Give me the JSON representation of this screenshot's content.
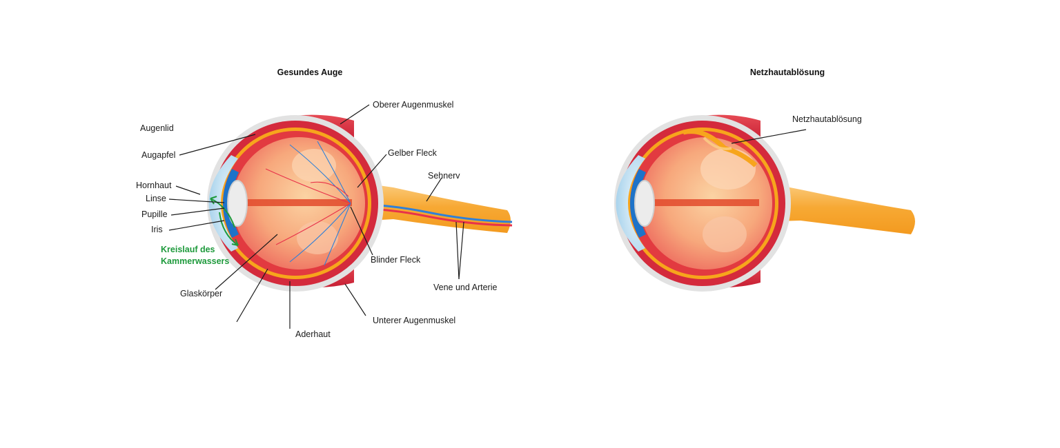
{
  "titles": {
    "healthy": "Gesundes Auge",
    "detachment": "Netzhautablösung"
  },
  "labels": {
    "oberer_augenmuskel": "Oberer Augenmuskel",
    "augenlid": "Augenlid",
    "augapfel": "Augapfel",
    "gelber_fleck": "Gelber Fleck",
    "sehnerv": "Sehnerv",
    "hornhaut": "Hornhaut",
    "linse": "Linse",
    "pupille": "Pupille",
    "iris": "Iris",
    "kreislauf_line1": "Kreislauf des",
    "kreislauf_line2": "Kammerwassers",
    "blinder_fleck": "Blinder Fleck",
    "vene_und_arterie": "Vene und Arterie",
    "glaskoerper": "Glaskörper",
    "unterer_augenmuskel": "Unterer Augenmuskel",
    "aderhaut": "Aderhaut",
    "netzhautabloesung": "Netzhautablösung"
  },
  "colors": {
    "muscle": "#d42a3c",
    "sclera_gray": "#dcdcdc",
    "choroid_orange": "#f7a51c",
    "vitreous": "#f5a07a",
    "nerve": "#f7a934",
    "cornea": "#b8dcef",
    "iris_blue": "#1e73c8",
    "vessel_blue": "#2f80d8",
    "vessel_red": "#e8324a",
    "kammerwasser_green": "#1e9a3c"
  }
}
